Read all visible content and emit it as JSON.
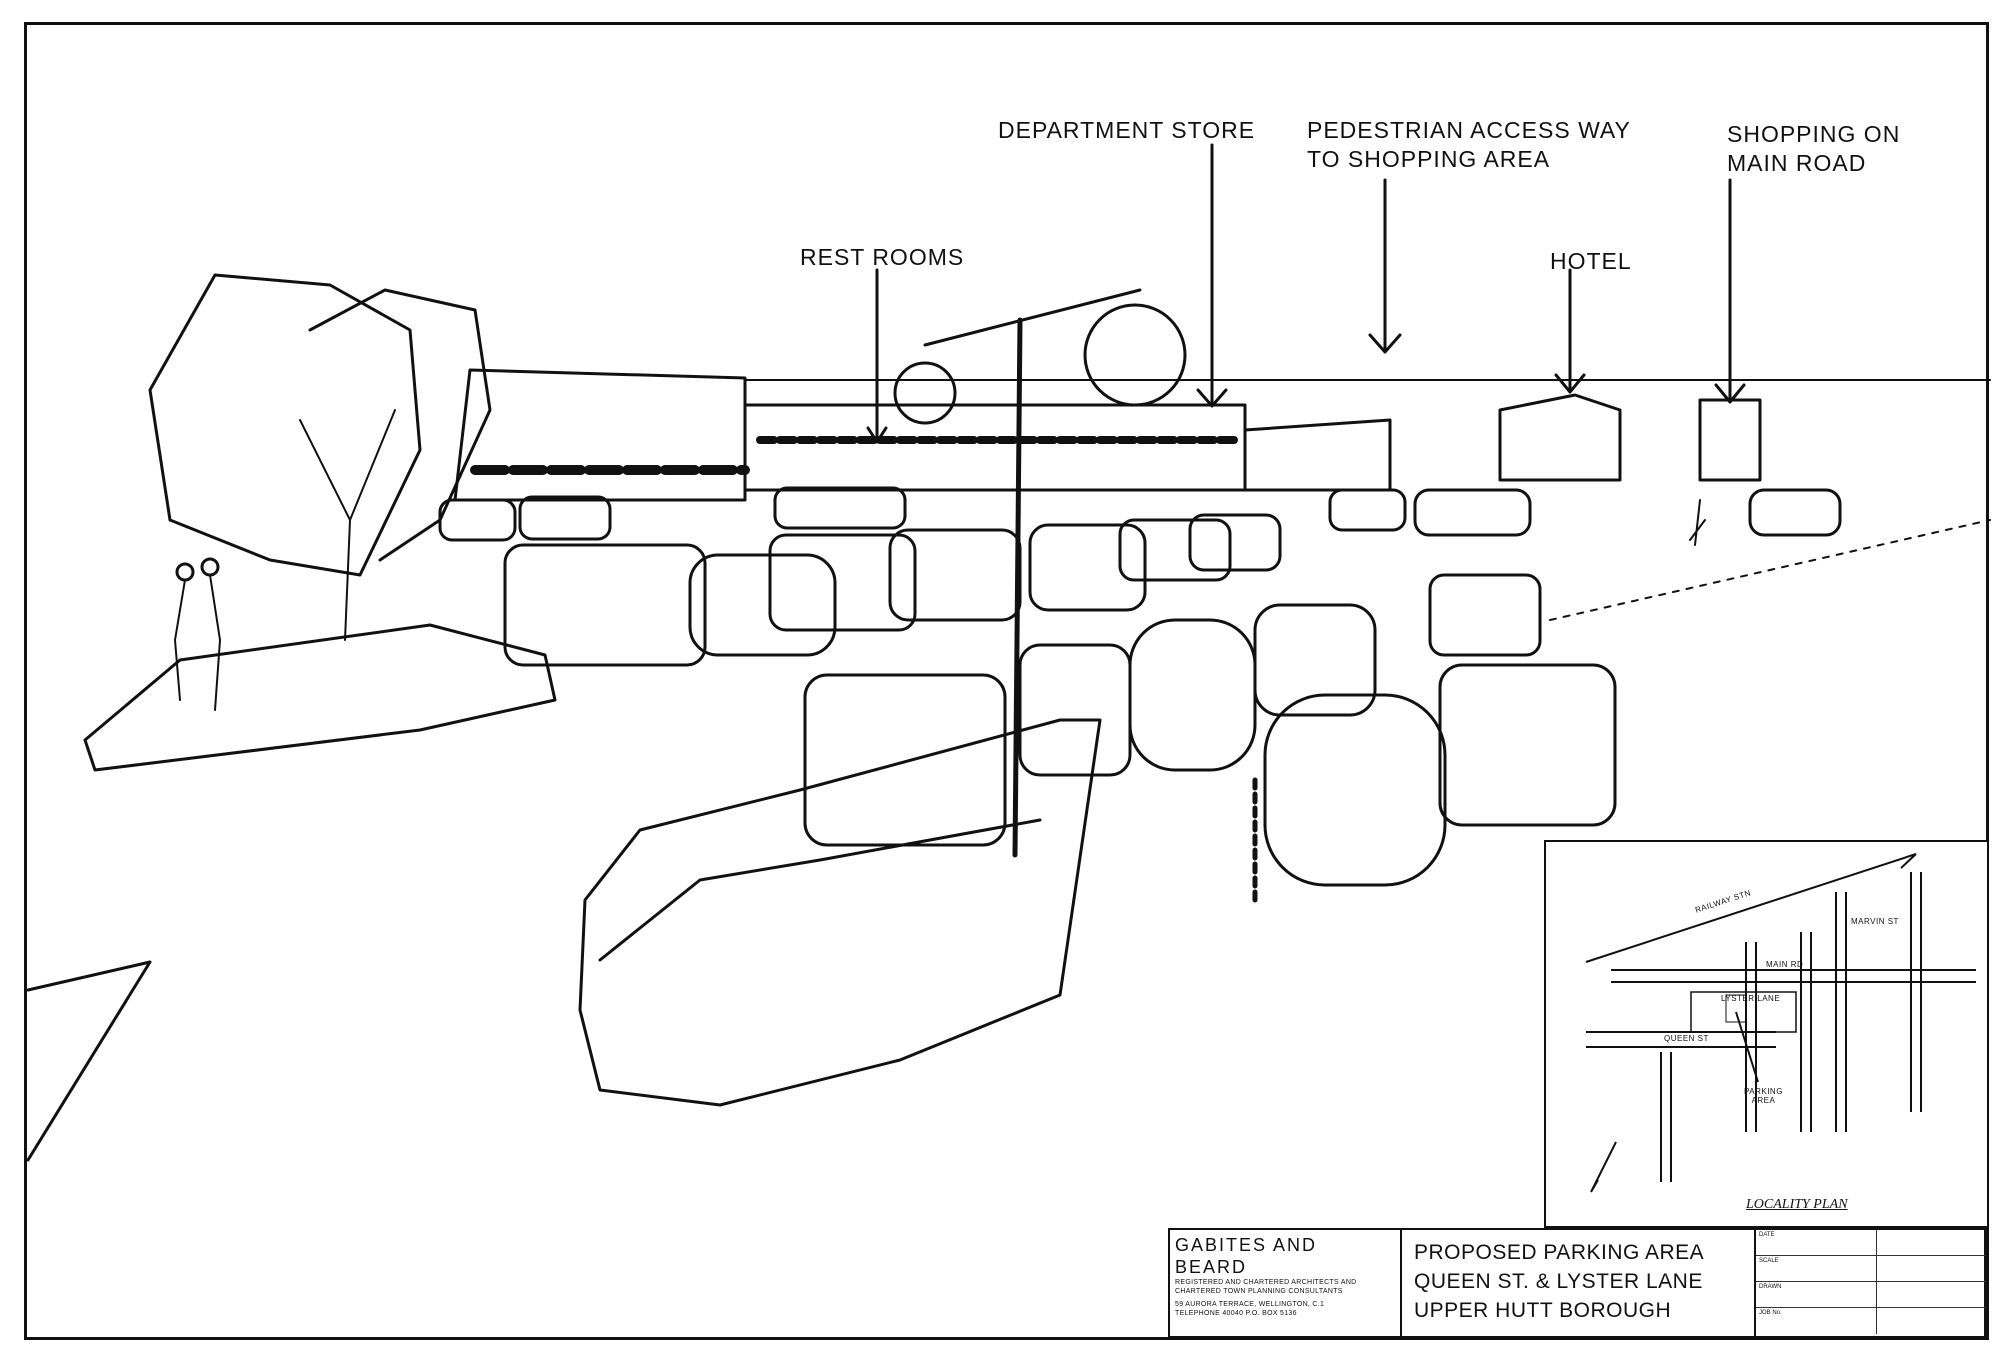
{
  "labels": {
    "department_store": "DEPARTMENT STORE",
    "pedestrian_access": "PEDESTRIAN ACCESS WAY\nTO SHOPPING AREA",
    "shopping_main_road": "SHOPPING ON\nMAIN ROAD",
    "rest_rooms": "REST ROOMS",
    "hotel": "HOTEL"
  },
  "title_block": {
    "firm_name": "GABITES AND BEARD",
    "firm_desc_1": "REGISTERED AND CHARTERED ARCHITECTS AND",
    "firm_desc_2": "CHARTERED TOWN PLANNING CONSULTANTS",
    "address_1": "59 AURORA TERRACE, WELLINGTON, C.1",
    "address_2": "TELEPHONE 40040          P.O. BOX 5136",
    "title_1": "PROPOSED PARKING AREA",
    "title_2": "QUEEN ST. & LYSTER LANE",
    "title_3": "UPPER HUTT BOROUGH",
    "row_labels": [
      "DATE",
      "SCALE",
      "DRAWN",
      "JOB No."
    ]
  },
  "locality_plan": {
    "title": "LOCALITY PLAN",
    "streets": {
      "railway": "RAILWAY STN",
      "main_rd": "MAIN RD",
      "lyster_lane": "LYSTER LANE",
      "queen_st": "QUEEN ST",
      "marvin_st": "MARVIN ST",
      "parking_area": "PARKING\nAREA"
    }
  },
  "colors": {
    "ink": "#111111",
    "paper": "#ffffff"
  }
}
